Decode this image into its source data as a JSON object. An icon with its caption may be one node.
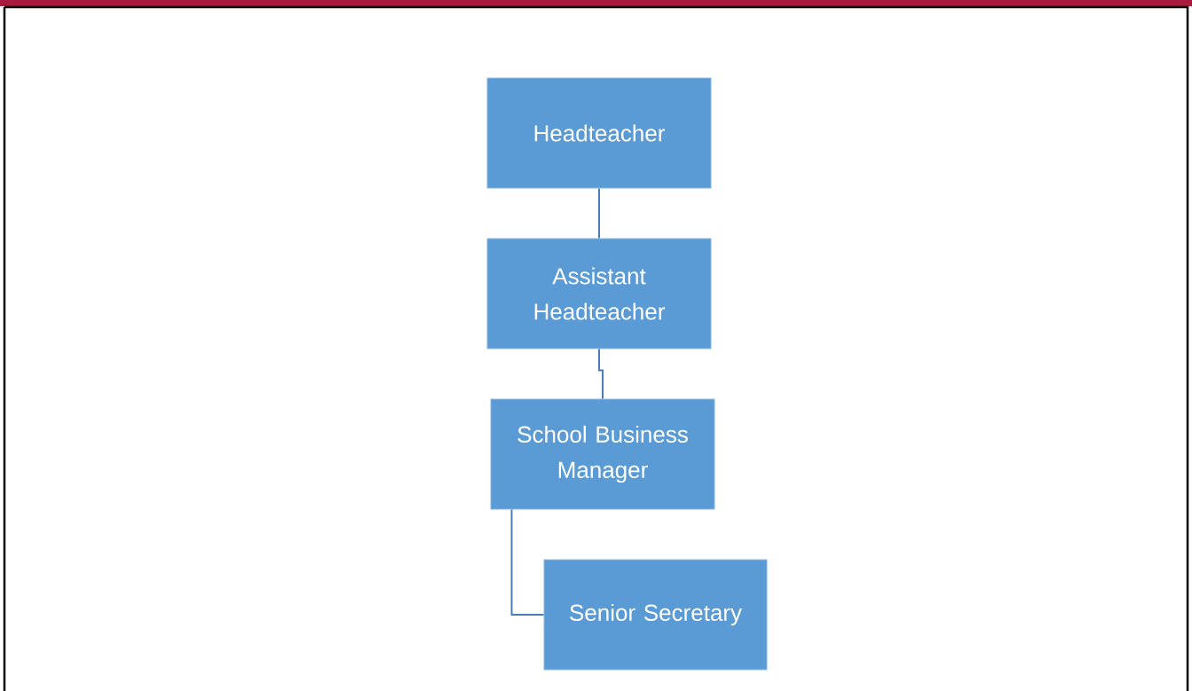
{
  "diagram": {
    "nodes": [
      {
        "text": [
          "Headteacher"
        ]
      },
      {
        "text": [
          "Assistant Headteacher"
        ]
      },
      {
        "text": [
          "School Business Manager"
        ]
      },
      {
        "text": [
          "Senior Secretary"
        ]
      }
    ],
    "edges": [
      {
        "from": 0,
        "to": 1,
        "arrow": "none"
      },
      {
        "from": 1,
        "to": 2,
        "arrow": "none"
      },
      {
        "from": 2,
        "to": 3,
        "arrow": "none"
      }
    ]
  }
}
